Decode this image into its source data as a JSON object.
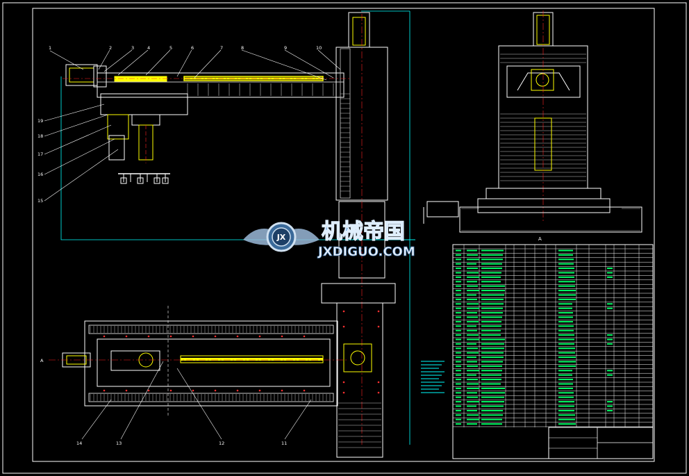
{
  "drawing": {
    "part_callouts_top": [
      "1",
      "2",
      "3",
      "4",
      "5",
      "6",
      "7",
      "8",
      "9",
      "10"
    ],
    "part_callouts_left": [
      "19",
      "18",
      "17",
      "16",
      "15"
    ],
    "part_callouts_bottom": [
      "14",
      "13",
      "12",
      "11"
    ],
    "section_marks": [
      "A",
      "A"
    ],
    "colors": {
      "frame": "#ffffff",
      "part_outline": "#ffff00",
      "dimension": "#00ffff",
      "hatch": "#c8c8c8",
      "center_line": "#ff2020",
      "bolt_hole": "#ff3030",
      "table_line": "#ffffff",
      "table_text": "#00ff66"
    }
  },
  "watermark": {
    "chinese": "机械帝国",
    "latin": "JXDIGUO.COM",
    "emblem": "JX"
  }
}
